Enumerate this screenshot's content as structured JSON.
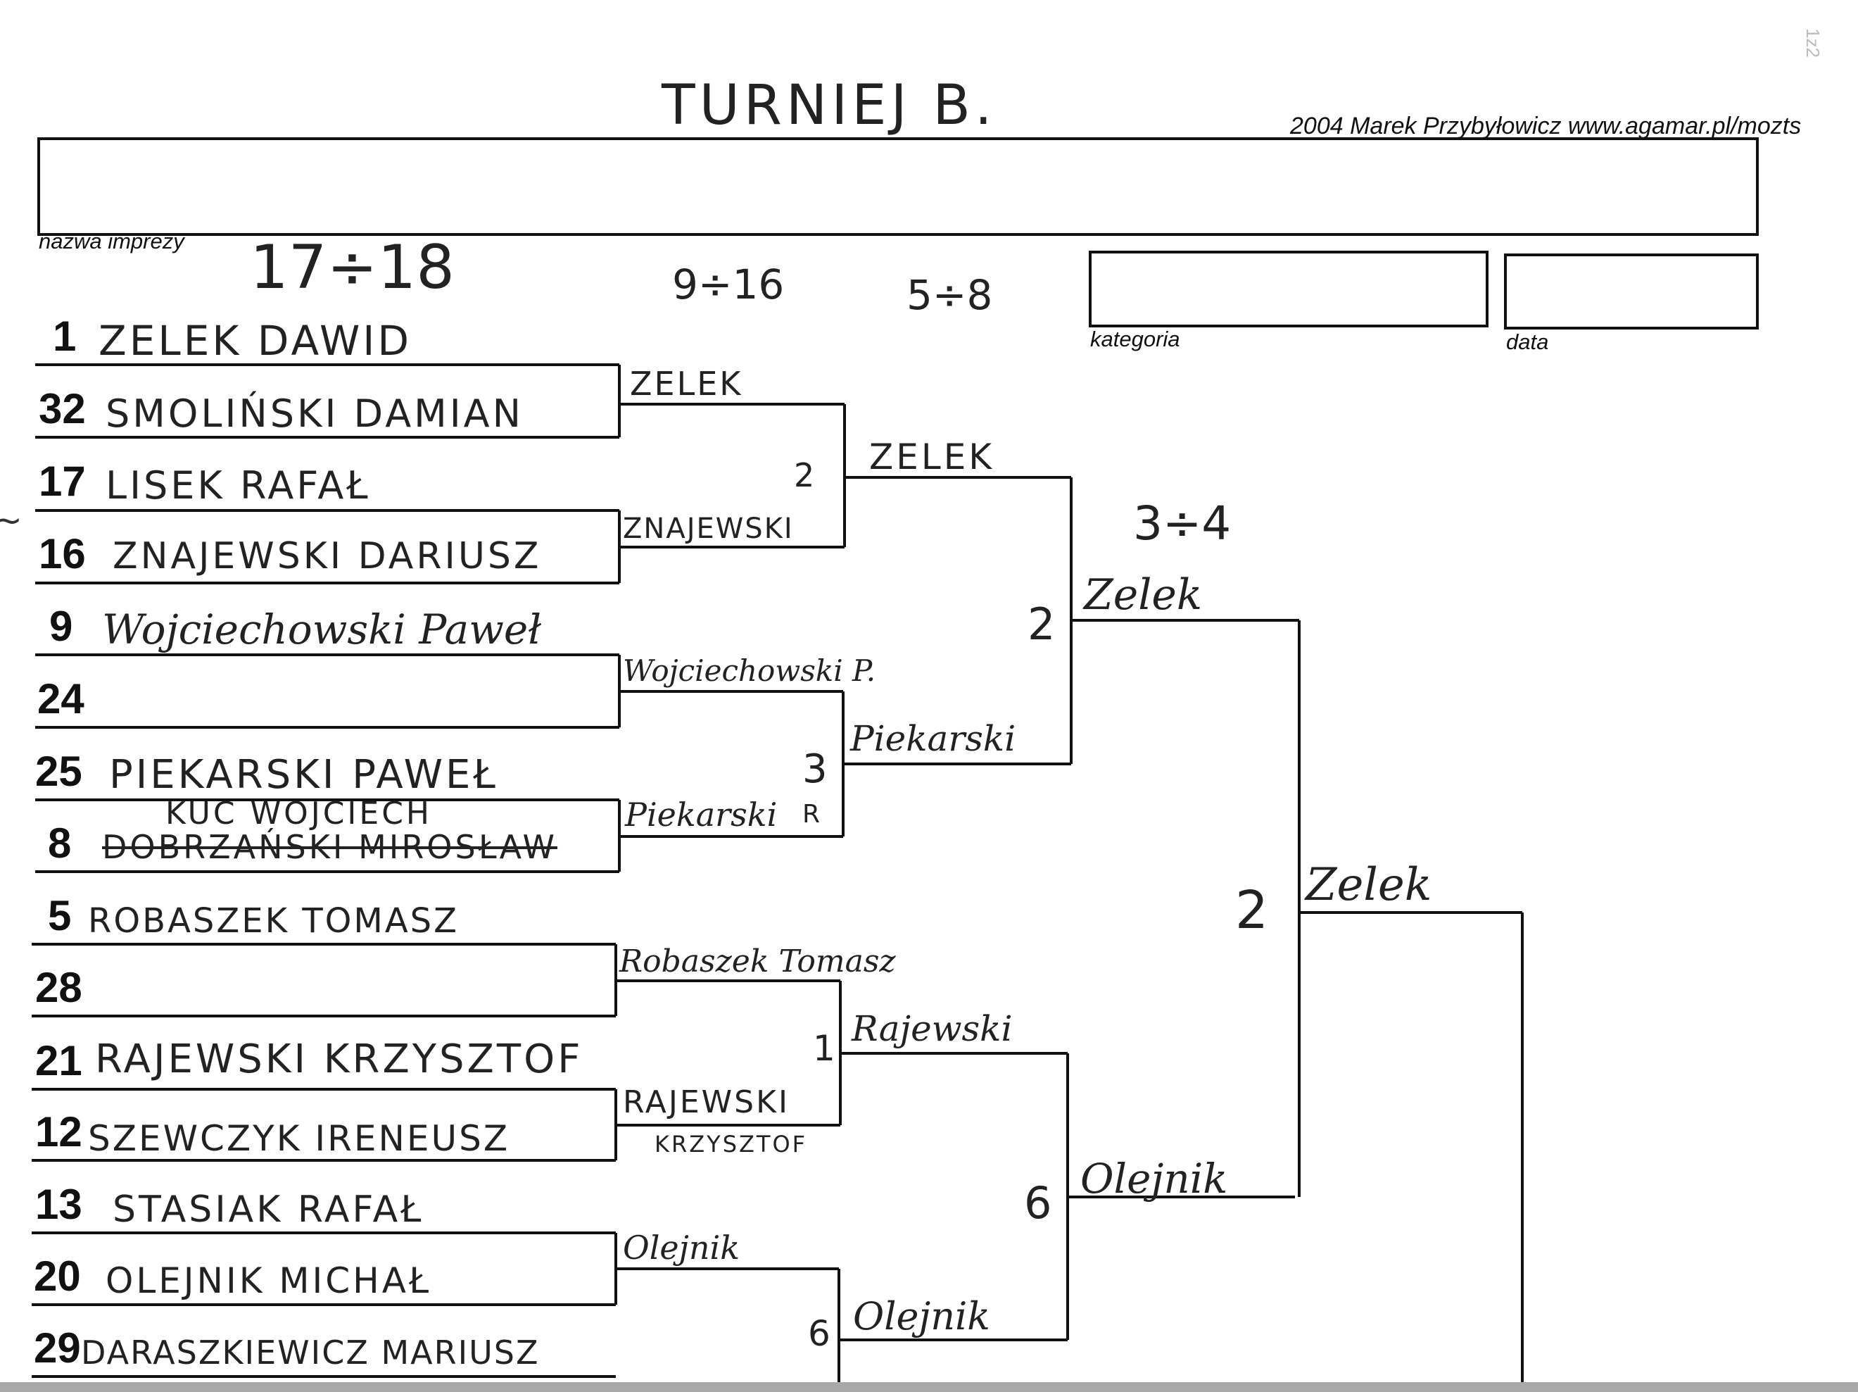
{
  "header": {
    "title_handwritten": "TURNIEJ B.",
    "credit": "2004 Marek Przybyłowicz www.agamar.pl/mozts",
    "page_marker": "1z2"
  },
  "fields": {
    "event_name_label": "nazwa imprezy",
    "category_label": "kategoria",
    "date_label": "data"
  },
  "round_notes": {
    "r1": "17÷18",
    "r2": "9÷16",
    "r3": "5÷8",
    "r4": "3÷4"
  },
  "entries": [
    {
      "seed": "1",
      "name": "ZELEK DAWID"
    },
    {
      "seed": "32",
      "name": "SMOLIŃSKI DAMIAN"
    },
    {
      "seed": "17",
      "name": "LISEK RAFAŁ"
    },
    {
      "seed": "16",
      "name": "ZNAJEWSKI DARIUSZ"
    },
    {
      "seed": "9",
      "name": "Wojciechowski Paweł"
    },
    {
      "seed": "24",
      "name": ""
    },
    {
      "seed": "25",
      "name": "PIEKARSKI PAWEŁ"
    },
    {
      "seed": "8",
      "name": "DOBRZAŃSKI MIROSŁAW",
      "correction": "KUC WOJCIECH"
    },
    {
      "seed": "5",
      "name": "ROBASZEK TOMASZ"
    },
    {
      "seed": "28",
      "name": ""
    },
    {
      "seed": "21",
      "name": "RAJEWSKI KRZYSZTOF"
    },
    {
      "seed": "12",
      "name": "SZEWCZYK IRENEUSZ"
    },
    {
      "seed": "13",
      "name": "STASIAK RAFAŁ"
    },
    {
      "seed": "20",
      "name": "OLEJNIK MICHAŁ"
    },
    {
      "seed": "29",
      "name": "DARASZKIEWICZ MARIUSZ"
    }
  ],
  "round2": [
    {
      "name": "ZELEK"
    },
    {
      "name": "ZNAJEWSKI"
    },
    {
      "name": "Wojciechowski P."
    },
    {
      "name": "Piekarski"
    },
    {
      "name": "Robaszek Tomasz"
    },
    {
      "name": "RAJEWSKI",
      "sub": "KRZYSZTOF"
    },
    {
      "name": "Olejnik"
    }
  ],
  "round3": [
    {
      "name": "ZELEK",
      "score": "2"
    },
    {
      "name": "Piekarski",
      "score": "3",
      "extra": "R"
    },
    {
      "name": "Rajewski",
      "score": "1"
    },
    {
      "name": "Olejnik",
      "score": "6"
    }
  ],
  "round4": [
    {
      "name": "Zelek",
      "score": "2"
    },
    {
      "name": "Olejnik",
      "score": "6"
    }
  ],
  "round5": [
    {
      "name": "Zelek",
      "score": "2"
    }
  ]
}
